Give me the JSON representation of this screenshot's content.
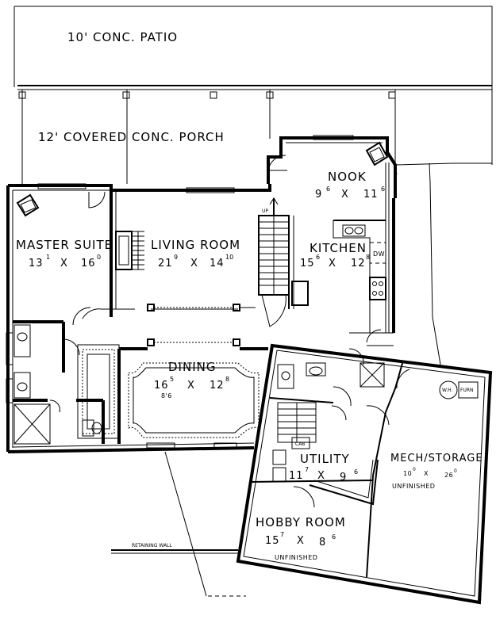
{
  "rooms": {
    "patio": {
      "label": "10' CONC. PATIO"
    },
    "porch": {
      "label": "12' COVERED CONC. PORCH"
    },
    "nook": {
      "label": "NOOK",
      "w": "9",
      "w_sup": "6",
      "x": "X",
      "h": "11",
      "h_sup": "6"
    },
    "master": {
      "label": "MASTER SUITE",
      "w": "13",
      "w_sup": "1",
      "x": "X",
      "h": "16",
      "h_sup": "0"
    },
    "living": {
      "label": "LIVING ROOM",
      "w": "21",
      "w_sup": "9",
      "x": "X",
      "h": "14",
      "h_sup": "10"
    },
    "kitchen": {
      "label": "KITCHEN",
      "w": "15",
      "w_sup": "6",
      "x": "X",
      "h": "12",
      "h_sup": "8"
    },
    "dining": {
      "label": "DINING",
      "w": "16",
      "w_sup": "5",
      "x": "X",
      "h": "12",
      "h_sup": "8",
      "ceiling": "8'6"
    },
    "utility": {
      "label": "UTILITY",
      "w": "11",
      "w_sup": "7",
      "x": "X",
      "h": "9",
      "h_sup": "6"
    },
    "mech": {
      "label": "MECH/STORAGE",
      "w": "10",
      "w_sup": "0",
      "x": "X",
      "h": "26",
      "h_sup": "0",
      "note": "UNFINISHED"
    },
    "hobby": {
      "label": "HOBBY ROOM",
      "w": "15",
      "w_sup": "7",
      "x": "X",
      "h": "8",
      "h_sup": "6",
      "note": "UNFINISHED"
    }
  },
  "fixtures": {
    "up": "UP",
    "dw": "DW",
    "cab": "CAB",
    "wh": "W.H.",
    "furn": "FURN",
    "retaining_wall": "RETAINING WALL"
  }
}
